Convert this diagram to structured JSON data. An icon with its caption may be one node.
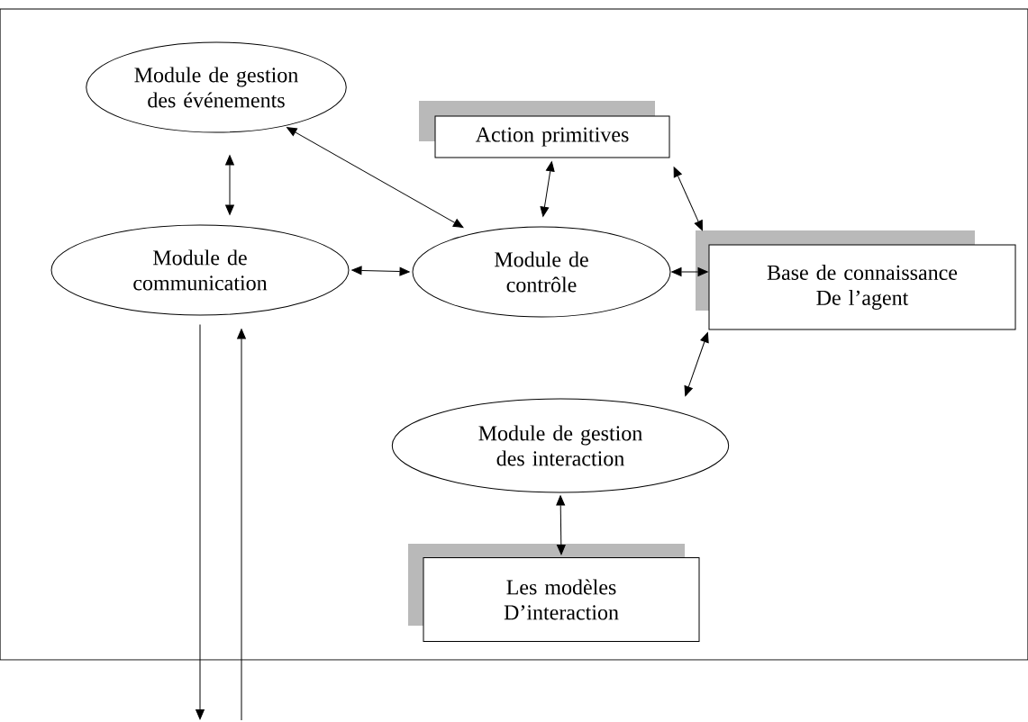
{
  "diagram": {
    "nodes": [
      {
        "text": [
          "Module de gestion des événements"
        ]
      },
      {
        "text": [
          "Action primitives"
        ]
      },
      {
        "text": [
          "Module de communication"
        ]
      },
      {
        "text": [
          "Module de contrôle"
        ]
      },
      {
        "text": [
          "Base de connaissance De l’agent"
        ]
      },
      {
        "text": [
          "Module de gestion des interaction"
        ]
      },
      {
        "text": [
          "Les modèles D’interaction"
        ]
      }
    ],
    "edges": [
      {
        "from": 0,
        "to": 2,
        "arrow": "both"
      },
      {
        "from": 0,
        "to": 3,
        "arrow": "both"
      },
      {
        "from": 1,
        "to": 3,
        "arrow": "both"
      },
      {
        "from": 2,
        "to": 3,
        "arrow": "both"
      },
      {
        "from": 3,
        "to": 4,
        "arrow": "both"
      },
      {
        "from": 1,
        "to": 4,
        "arrow": "both"
      },
      {
        "from": 4,
        "to": 5,
        "arrow": "both"
      },
      {
        "from": 5,
        "to": 6,
        "arrow": "both"
      },
      {
        "from": 2,
        "to": null,
        "arrow": "to"
      },
      {
        "from": null,
        "to": 2,
        "arrow": "to"
      }
    ]
  }
}
